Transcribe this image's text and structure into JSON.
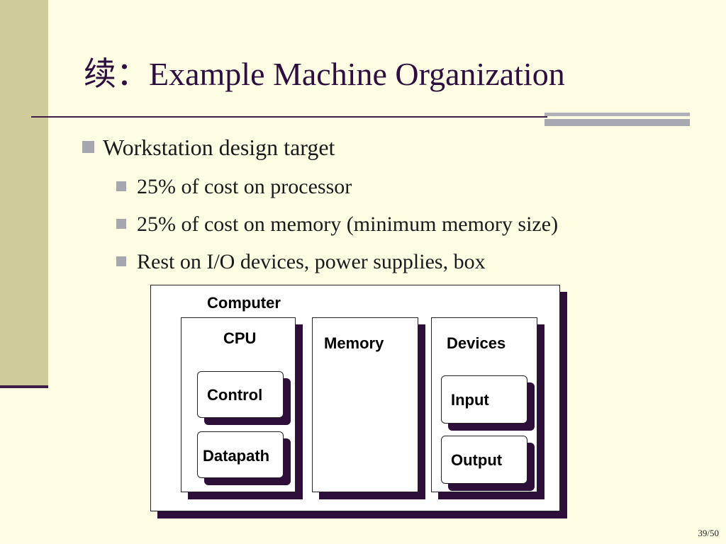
{
  "slide": {
    "title": "续：Example Machine Organization",
    "bullets": [
      {
        "text": "Workstation design target",
        "sub": [
          "25% of cost on processor",
          "25% of cost on memory (minimum memory size)",
          "Rest on I/O devices, power supplies, box"
        ]
      }
    ],
    "page_number": "39/50"
  },
  "diagram": {
    "computer_label": "Computer",
    "cpu_label": "CPU",
    "control_label": "Control",
    "datapath_label": "Datapath",
    "memory_label": "Memory",
    "devices_label": "Devices",
    "input_label": "Input",
    "output_label": "Output"
  },
  "colors": {
    "background": "#FFFCE4",
    "side_bar": "#CFCB9B",
    "title_text": "#2C0F3E",
    "rule": "#3E1E46",
    "bullet": "#A6A6AE",
    "box_shadow": "#2E0F3A"
  }
}
